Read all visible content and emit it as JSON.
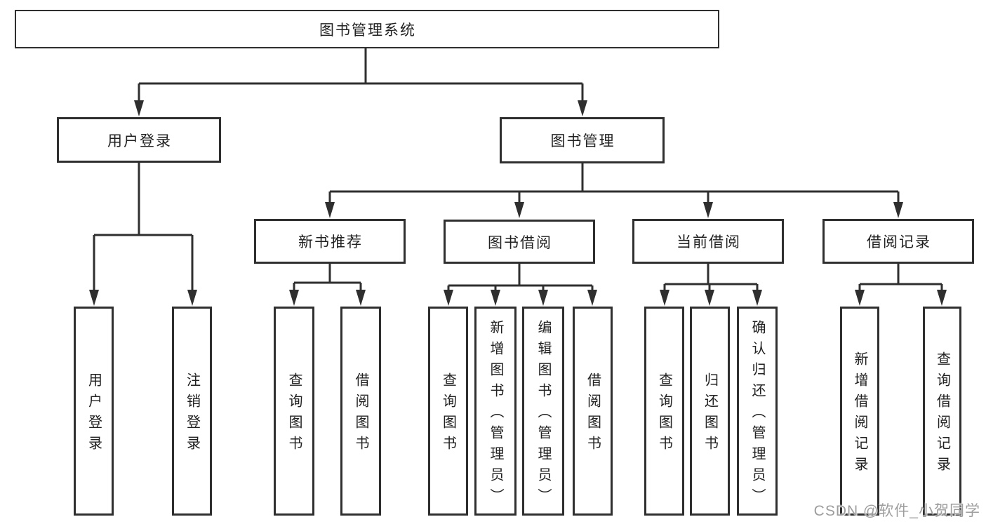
{
  "diagram_type": "hierarchy-tree",
  "hierarchy": {
    "label": "图书管理系统",
    "children": [
      {
        "label": "用户登录",
        "children": [
          {
            "label": "用户登录"
          },
          {
            "label": "注销登录"
          }
        ]
      },
      {
        "label": "图书管理",
        "children": [
          {
            "label": "新书推荐",
            "children": [
              {
                "label": "查询图书"
              },
              {
                "label": "借阅图书"
              }
            ]
          },
          {
            "label": "图书借阅",
            "children": [
              {
                "label": "查询图书"
              },
              {
                "label": "新增图书（管理员）"
              },
              {
                "label": "编辑图书（管理员）"
              },
              {
                "label": "借阅图书"
              }
            ]
          },
          {
            "label": "当前借阅",
            "children": [
              {
                "label": "查询图书"
              },
              {
                "label": "归还图书"
              },
              {
                "label": "确认归还（管理员）"
              }
            ]
          },
          {
            "label": "借阅记录",
            "children": [
              {
                "label": "新增借阅记录"
              },
              {
                "label": "查询借阅记录"
              }
            ]
          }
        ]
      }
    ]
  },
  "watermark": "CSDN @软件_小贺同学",
  "colors": {
    "line": "#2f2f2f",
    "box_border": "#2f2f2f",
    "text": "#212121",
    "background": "#ffffff",
    "watermark": "#9d9d9d"
  }
}
